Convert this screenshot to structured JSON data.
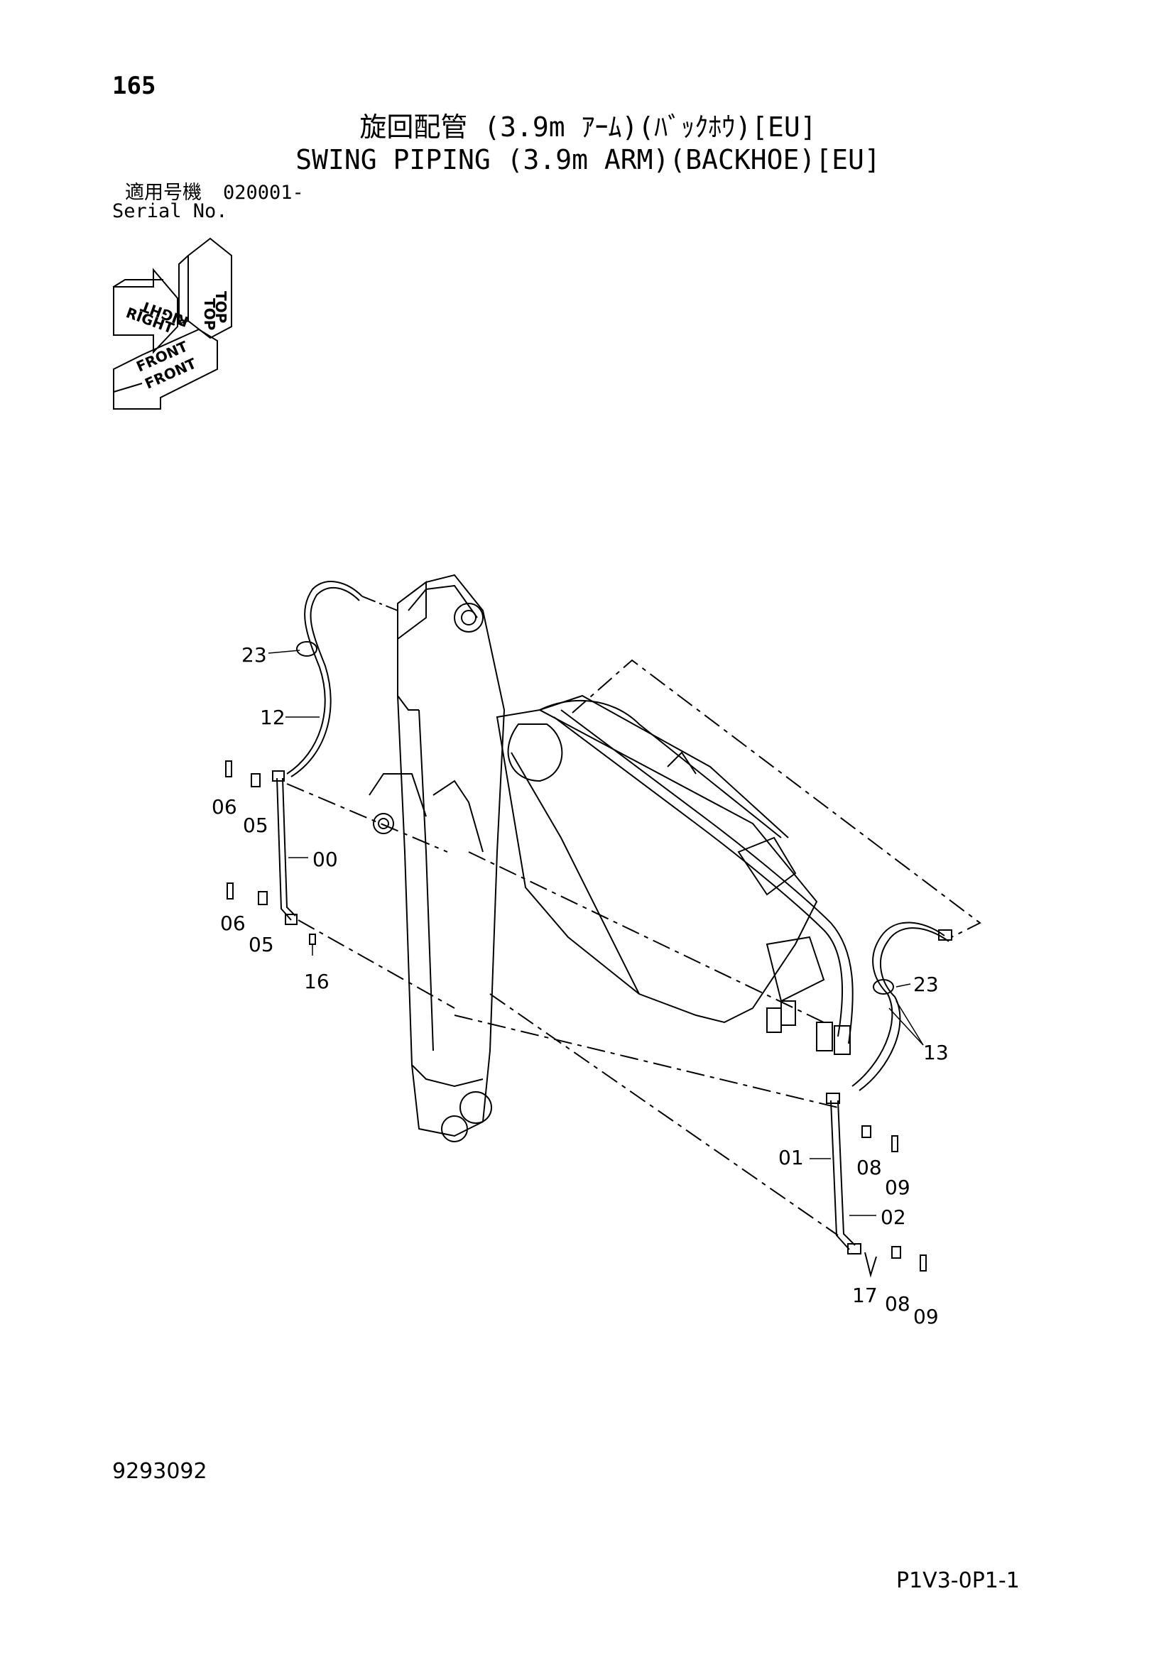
{
  "page_number": "165",
  "title_ja": "旋回配管 (3.9m ｱｰﾑ)(ﾊﾞｯｸﾎｳ)[EU]",
  "title_en": "SWING PIPING (3.9m ARM)(BACKHOE)[EU]",
  "serial": {
    "label_ja": "適用号機",
    "value": "020001-",
    "label_en": "Serial No."
  },
  "orientation": {
    "top": "TOP",
    "right": "RIGHT",
    "front": "FRONT"
  },
  "callouts": {
    "c23a": "23",
    "c12": "12",
    "c06a": "06",
    "c05a": "05",
    "c00": "00",
    "c06b": "06",
    "c05b": "05",
    "c16": "16",
    "c23b": "23",
    "c13": "13",
    "c01": "01",
    "c08a": "08",
    "c09a": "09",
    "c02": "02",
    "c17": "17",
    "c08b": "08",
    "c09b": "09"
  },
  "doc_number": "9293092",
  "page_code": "P1V3-0P1-1"
}
